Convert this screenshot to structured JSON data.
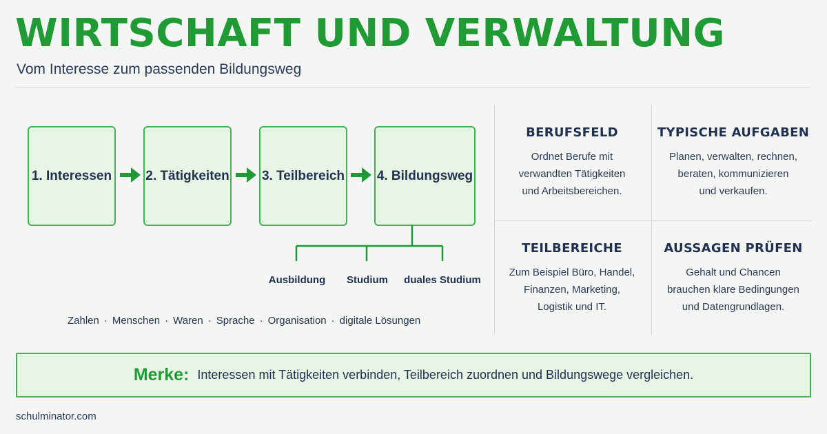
{
  "header": {
    "title": "WIRTSCHAFT UND VERWALTUNG",
    "subtitle": "Vom Interesse zum passenden Bildungsweg"
  },
  "flow": {
    "steps": [
      "1. Interessen",
      "2. Tätigkeiten",
      "3. Teilbereich",
      "4. Bildungsweg"
    ],
    "branches": [
      "Ausbildung",
      "Studium",
      "duales Studium"
    ],
    "topics": [
      "Zahlen",
      "Menschen",
      "Waren",
      "Sprache",
      "Organisation",
      "digitale Lösungen"
    ],
    "topic_separator": "·"
  },
  "grid": [
    {
      "heading": "BERUFSFELD",
      "lines": [
        "Ordnet Berufe mit",
        "verwandten Tätigkeiten",
        "und Arbeitsbereichen."
      ]
    },
    {
      "heading": "TYPISCHE AUFGABEN",
      "lines": [
        "Planen, verwalten, rechnen,",
        "beraten, kommunizieren",
        "und verkaufen."
      ]
    },
    {
      "heading": "TEILBEREICHE",
      "lines": [
        "Zum Beispiel Büro, Handel,",
        "Finanzen, Marketing,",
        "Logistik und IT."
      ]
    },
    {
      "heading": "AUSSAGEN PRÜFEN",
      "lines": [
        "Gehalt und Chancen",
        "brauchen klare Bedingungen",
        "und Datengrundlagen."
      ]
    }
  ],
  "merke": {
    "label": "Merke:",
    "text": "Interessen mit Tätigkeiten verbinden, Teilbereich zuordnen und Bildungswege vergleichen."
  },
  "footer": {
    "source": "schulminator.com"
  },
  "colors": {
    "accent": "#1f9a35",
    "box_border": "#3db451",
    "box_fill": "#e6f5e4",
    "text": "#1f3050"
  }
}
